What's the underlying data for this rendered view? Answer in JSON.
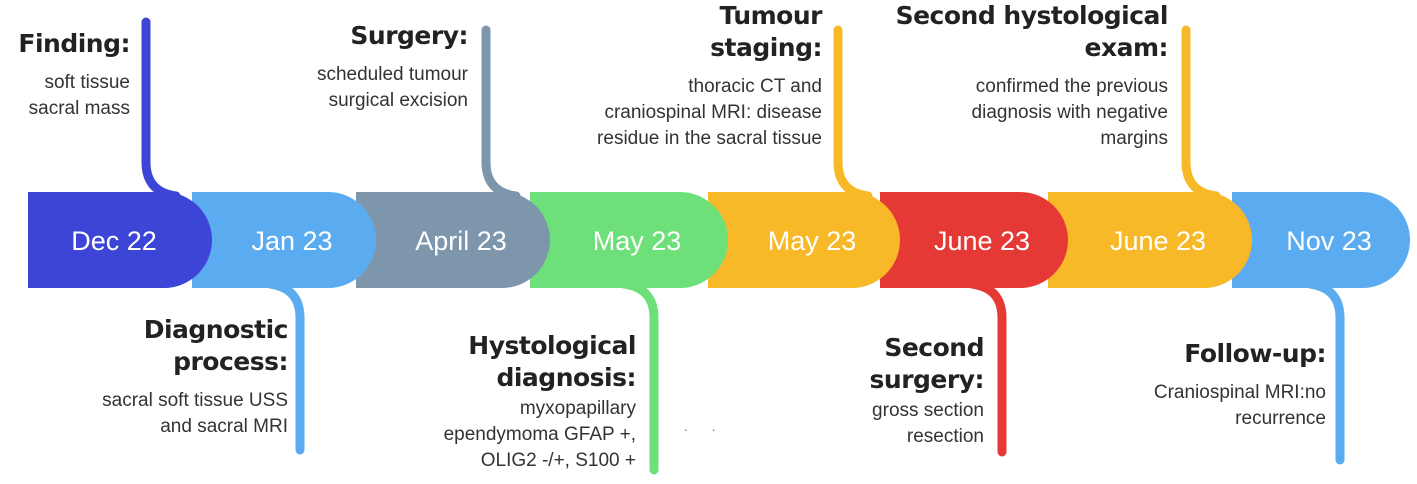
{
  "milestones": [
    {
      "date": "Dec 22",
      "color": "#3d45d6",
      "position": "top",
      "title": "Finding:",
      "description": "soft tissue\nsacral mass"
    },
    {
      "date": "Jan 23",
      "color": "#5aabf0",
      "position": "bottom",
      "title": "Diagnostic\nprocess:",
      "description": "sacral soft tissue USS\nand sacral MRI"
    },
    {
      "date": "April 23",
      "color": "#7d96ab",
      "position": "top",
      "title": "Surgery:",
      "description": "scheduled tumour\nsurgical excision"
    },
    {
      "date": "May 23",
      "color": "#6ee07a",
      "position": "bottom",
      "title": "Hystological\ndiagnosis:",
      "description": "myxopapillary\nependymoma GFAP +,\nOLIG2 -/+, S100 +"
    },
    {
      "date": "May 23",
      "color": "#f7b928",
      "position": "top",
      "title": "Tumour\nstaging:",
      "description": "thoracic CT and\ncraniospinal MRI: disease\nresidue in the sacral tissue"
    },
    {
      "date": "June 23",
      "color": "#e53935",
      "position": "bottom",
      "title": "Second\nsurgery:",
      "description": "gross section\nresection"
    },
    {
      "date": "June 23",
      "color": "#f7b928",
      "position": "top",
      "title": "Second hystological\nexam:",
      "description": "confirmed the previous\ndiagnosis with negative\nmargins"
    },
    {
      "date": "Nov 23",
      "color": "#5aabf0",
      "position": "bottom",
      "title": "Follow-up:",
      "description": "Craniospinal MRI:no\nrecurrence"
    }
  ],
  "stray_marks": ". ."
}
